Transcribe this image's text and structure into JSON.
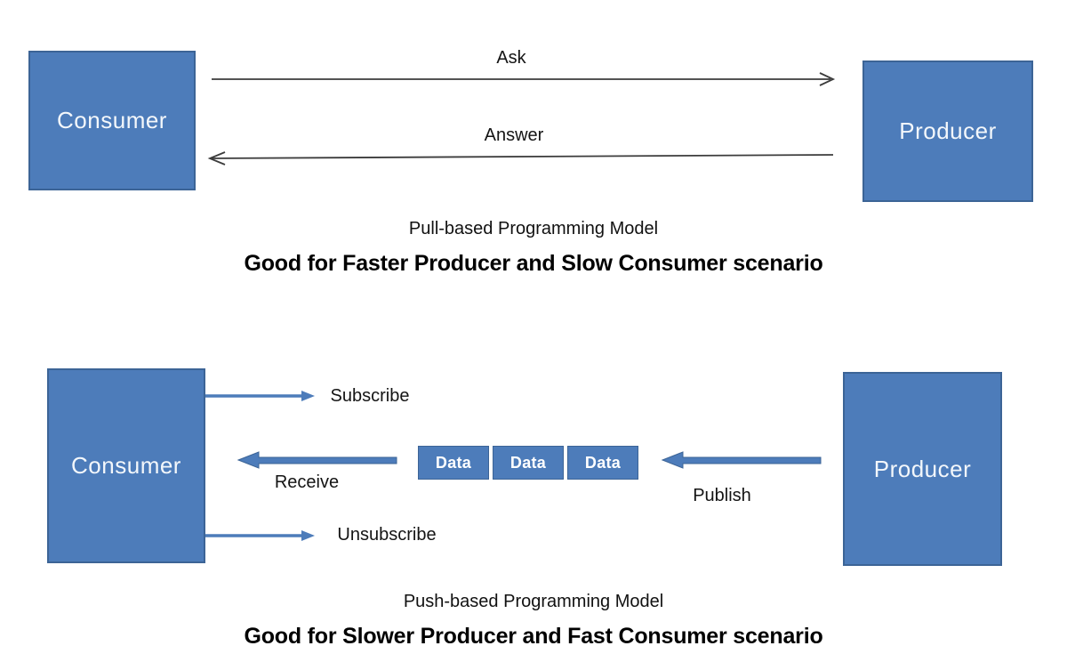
{
  "colors": {
    "accent": "#4d7cba",
    "accent_border": "#3c6496",
    "dark_line": "#3c3c3c",
    "text": "#141414",
    "box_text": "#f3f7fb",
    "background": "#ffffff"
  },
  "pull_model": {
    "consumer_label": "Consumer",
    "producer_label": "Producer",
    "ask_label": "Ask",
    "answer_label": "Answer",
    "caption": "Pull-based Programming Model",
    "subcaption": "Good for Faster Producer and Slow Consumer scenario"
  },
  "push_model": {
    "consumer_label": "Consumer",
    "producer_label": "Producer",
    "subscribe_label": "Subscribe",
    "receive_label": "Receive",
    "unsubscribe_label": "Unsubscribe",
    "publish_label": "Publish",
    "data_items": [
      "Data",
      "Data",
      "Data"
    ],
    "caption": "Push-based Programming Model",
    "subcaption": "Good for Slower Producer and Fast Consumer scenario"
  }
}
